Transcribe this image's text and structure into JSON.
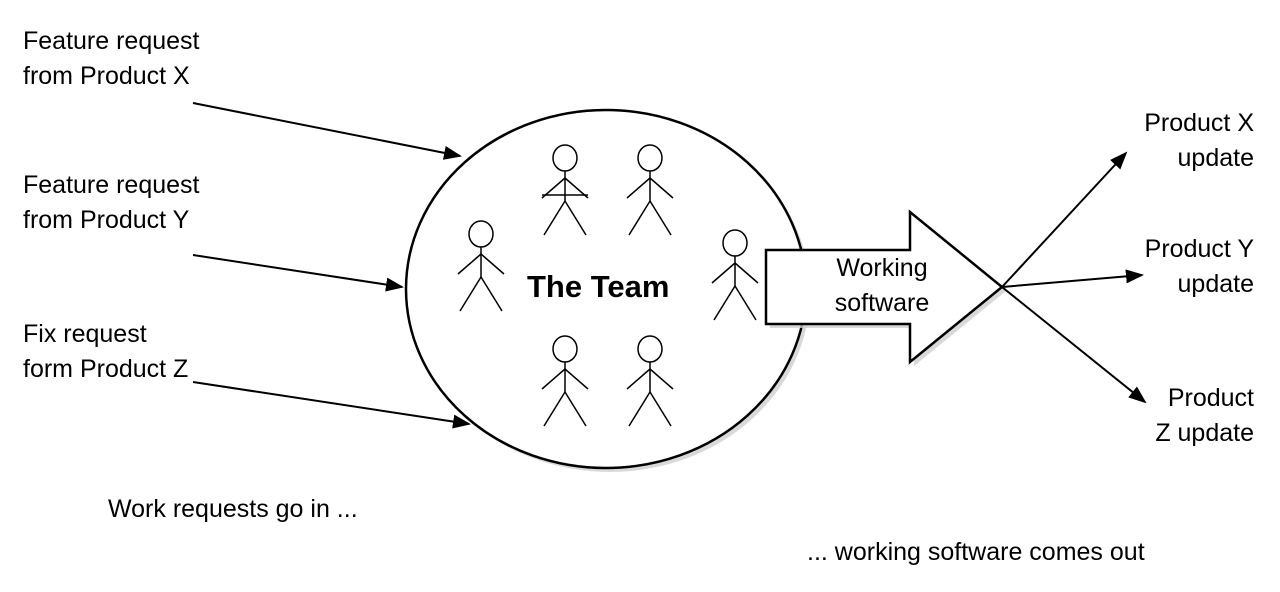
{
  "inputs": [
    {
      "line1": "Feature request",
      "line2": "from Product X"
    },
    {
      "line1": "Feature request",
      "line2": "from Product Y"
    },
    {
      "line1": "Fix request",
      "line2": "form Product Z"
    }
  ],
  "team": {
    "title": "The Team"
  },
  "output_arrow": {
    "line1": "Working",
    "line2": "software"
  },
  "outputs": [
    {
      "line1": "Product X",
      "line2": "update"
    },
    {
      "line1": "Product Y",
      "line2": "update"
    },
    {
      "line1": "Product",
      "line2": "Z update"
    }
  ],
  "captions": {
    "left": "Work requests go in ...",
    "right": "... working software comes out"
  }
}
